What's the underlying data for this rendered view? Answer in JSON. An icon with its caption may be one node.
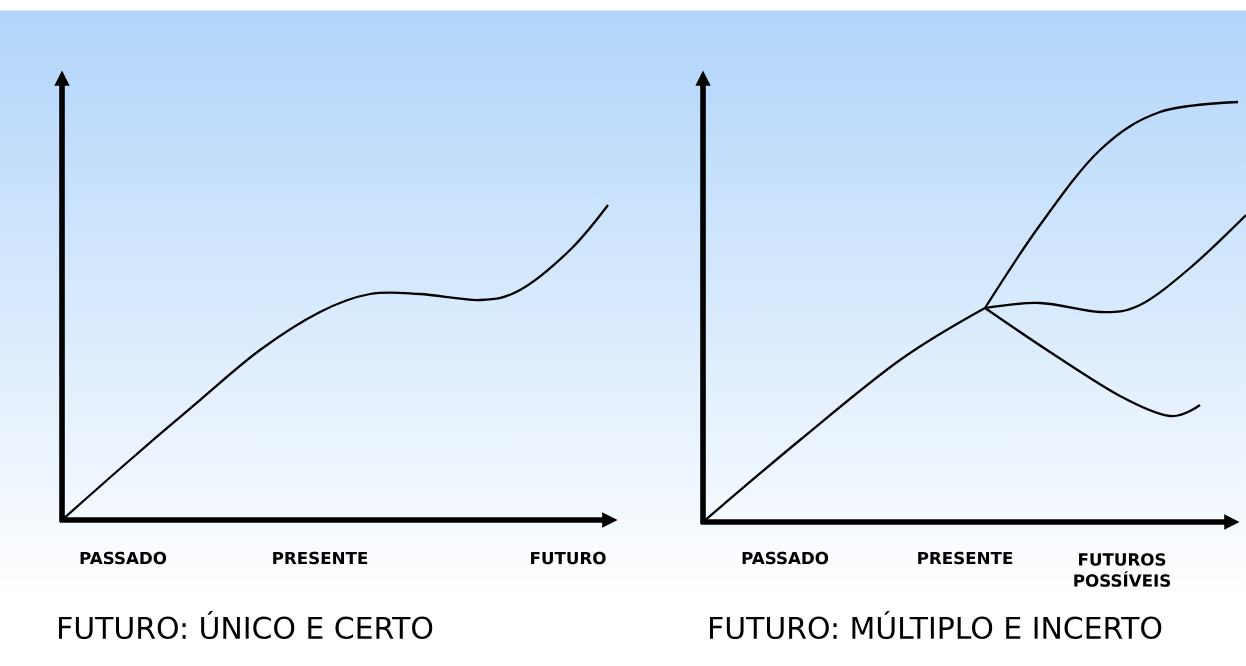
{
  "diagram": {
    "labels": [
      "PASSADO",
      "PRESENTE",
      "FUTURO",
      "PASSADO",
      "PRESENTE",
      "FUTUROS POSSÍVEIS",
      "FUTURO: ÚNICO E CERTO",
      "FUTURO: MÚLTIPLO E INCERTO"
    ]
  }
}
